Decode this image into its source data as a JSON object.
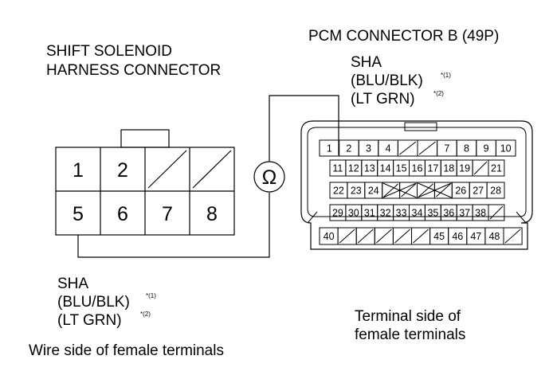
{
  "left_connector": {
    "title_line1": "SHIFT SOLENOID",
    "title_line2": "HARNESS CONNECTOR",
    "caption": "Wire side of female terminals",
    "pins_top": [
      "1",
      "2",
      "",
      ""
    ],
    "pins_bottom": [
      "5",
      "6",
      "7",
      "8"
    ],
    "wire_label": {
      "name": "SHA",
      "color1": "(BLU/BLK)",
      "mark1": "*(1)",
      "color2": "(LT GRN)",
      "mark2": "*(2)"
    }
  },
  "meter": {
    "symbol": "Ω"
  },
  "right_connector": {
    "title": "PCM CONNECTOR B (49P)",
    "caption_line1": "Terminal side of",
    "caption_line2": "female terminals",
    "wire_label": {
      "name": "SHA",
      "color1": "(BLU/BLK)",
      "mark1": "*(1)",
      "color2": "(LT GRN)",
      "mark2": "*(2)"
    },
    "rows": [
      [
        "1",
        "2",
        "3",
        "4",
        "",
        "",
        "7",
        "8",
        "9",
        "10"
      ],
      [
        "11",
        "12",
        "13",
        "14",
        "15",
        "16",
        "17",
        "18",
        "19",
        "",
        "21"
      ],
      [
        "22",
        "23",
        "24",
        "",
        "",
        "",
        "",
        "26",
        "27",
        "28"
      ],
      [
        "29",
        "30",
        "31",
        "32",
        "33",
        "34",
        "35",
        "36",
        "37",
        "38",
        ""
      ],
      [
        "40",
        "",
        "",
        "",
        "",
        "",
        "45",
        "46",
        "47",
        "48",
        ""
      ]
    ]
  }
}
